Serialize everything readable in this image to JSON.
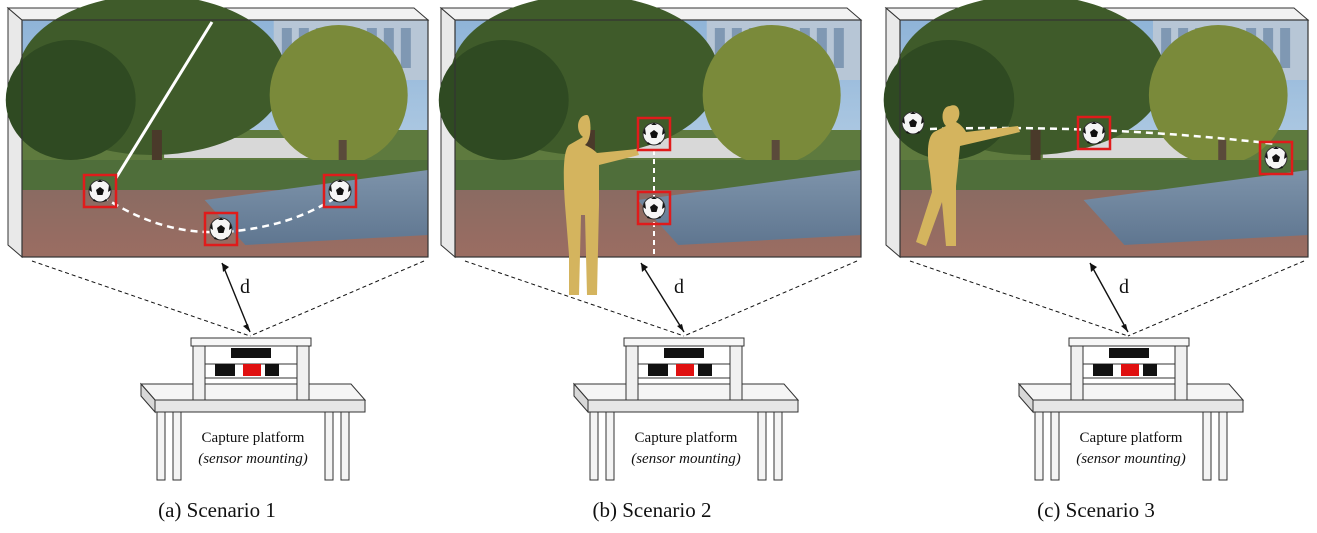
{
  "panels": [
    {
      "caption": "(a)  Scenario 1",
      "distance_label": "d",
      "platform_title": "Capture platform",
      "platform_subtitle": "(sensor mounting)"
    },
    {
      "caption": "(b)  Scenario 2",
      "distance_label": "d",
      "platform_title": "Capture platform",
      "platform_subtitle": "(sensor mounting)"
    },
    {
      "caption": "(c)  Scenario 3",
      "distance_label": "d",
      "platform_title": "Capture platform",
      "platform_subtitle": "(sensor mounting)"
    }
  ],
  "colors": {
    "detection_box": "#e01b1b",
    "silhouette": "#d4b45e",
    "trajectory": "#ffffff",
    "sensor_red": "#e01010",
    "sensor_black": "#111111"
  }
}
